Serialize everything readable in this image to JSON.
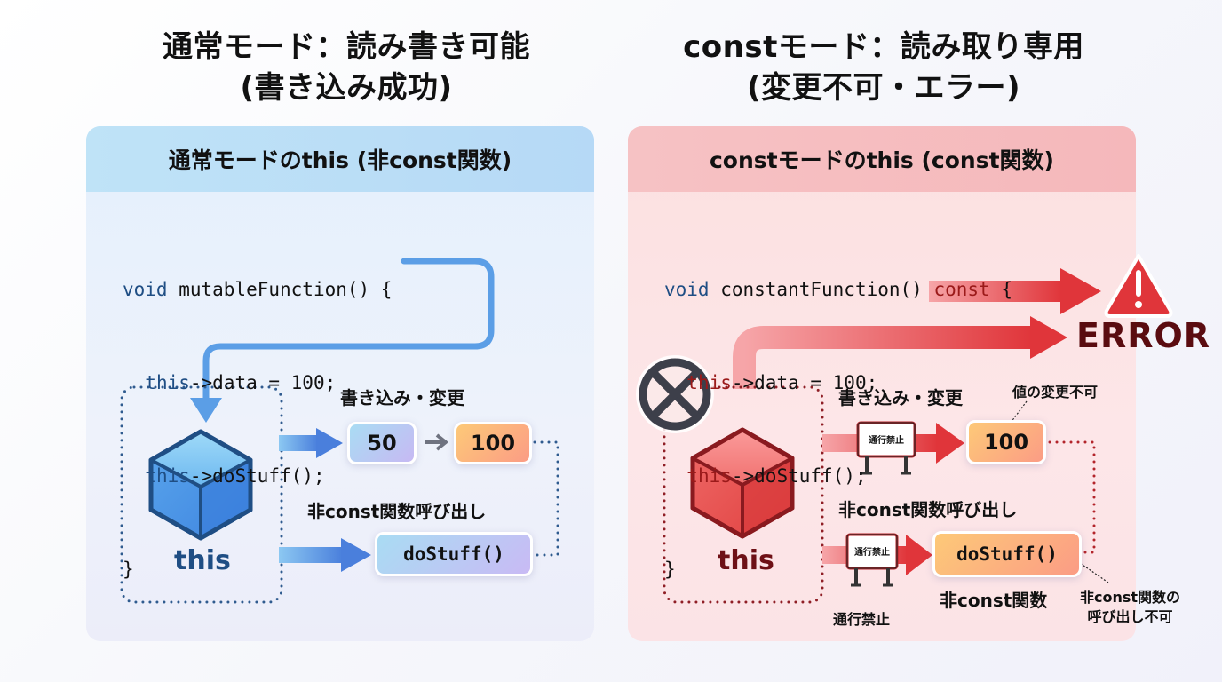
{
  "titles": {
    "left_line1": "通常モード：読み書き可能",
    "left_line2": "(書き込み成功)",
    "right_line1": "constモード：読み取り専用",
    "right_line2": "(変更不可・エラー)"
  },
  "left_panel": {
    "header": "通常モードのthis (非const関数)",
    "code": {
      "line1_keyword": "void",
      "line1_rest": " mutableFunction() {",
      "line2_this": "this",
      "line2_rest": "->data = 100;",
      "line3_this": "this",
      "line3_rest": "->doStuff();",
      "line4": "}"
    },
    "object_label": "this",
    "write_label": "書き込み・変更",
    "old_value": "50",
    "new_value": "100",
    "call_label": "非const関数呼び出し",
    "function_box": "doStuff()",
    "accent_color": "#4a8fe0"
  },
  "right_panel": {
    "header": "constモードのthis (const関数)",
    "code": {
      "line1_keyword": "void",
      "line1_rest": " constantFunction() ",
      "line1_const": "const",
      "line1_end": " {",
      "line2_this": "this",
      "line2_rest": "->data = 100;",
      "line3_this": "this",
      "line3_rest": "->doStuff();",
      "line4": "}"
    },
    "object_label": "this",
    "error_label": "ERROR",
    "write_label": "書き込み・変更",
    "value_box": "100",
    "value_note": "値の変更不可",
    "call_label": "非const関数呼び出し",
    "function_box": "doStuff()",
    "function_caption": "非const関数",
    "call_note_line1": "非const関数の",
    "call_note_line2": "呼び出し不可",
    "sign_text": "通行禁止",
    "sign_caption": "通行禁止",
    "accent_color": "#e0353a"
  },
  "icons": {
    "warning": "warning-triangle-icon",
    "prohibited": "circle-x-icon",
    "cube": "cube-icon",
    "roadblock": "no-entry-sign-icon"
  }
}
